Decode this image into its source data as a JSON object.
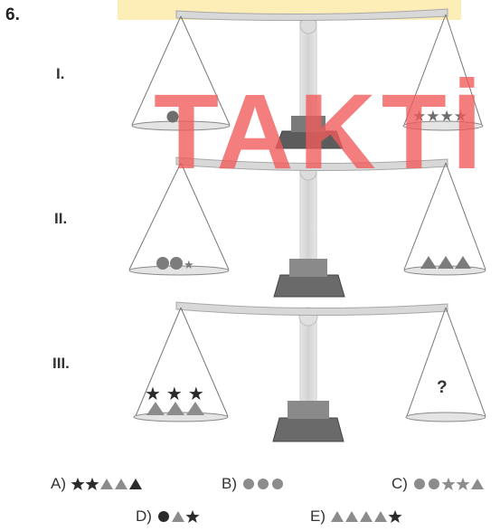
{
  "question_number": "6.",
  "watermark": "TAKTİ",
  "scales": [
    {
      "label": "I.",
      "left_pan": "1 circle",
      "right_pan": "4 stars"
    },
    {
      "label": "II.",
      "left_pan": "2 circles, 1 star",
      "right_pan": "3 triangles"
    },
    {
      "label": "III.",
      "left_pan": "3 stars, 3 triangles",
      "right_pan": "?"
    }
  ],
  "unknown": "?",
  "options": [
    {
      "label": "A)",
      "shapes": [
        "star-dark",
        "star-dark",
        "triangle",
        "triangle",
        "triangle-dark"
      ]
    },
    {
      "label": "B)",
      "shapes": [
        "circle",
        "circle",
        "circle"
      ]
    },
    {
      "label": "C)",
      "shapes": [
        "circle",
        "circle",
        "star",
        "star",
        "triangle"
      ]
    },
    {
      "label": "D)",
      "shapes": [
        "circle-dark",
        "triangle",
        "star-dark"
      ]
    },
    {
      "label": "E)",
      "shapes": [
        "triangle",
        "triangle",
        "triangle",
        "triangle",
        "star-dark"
      ]
    }
  ],
  "colors": {
    "shape_gray": "#8c8c8c",
    "shape_dark": "#2b2b2b",
    "watermark": "#f25b5b",
    "watermark_band": "#fdeaa6"
  }
}
